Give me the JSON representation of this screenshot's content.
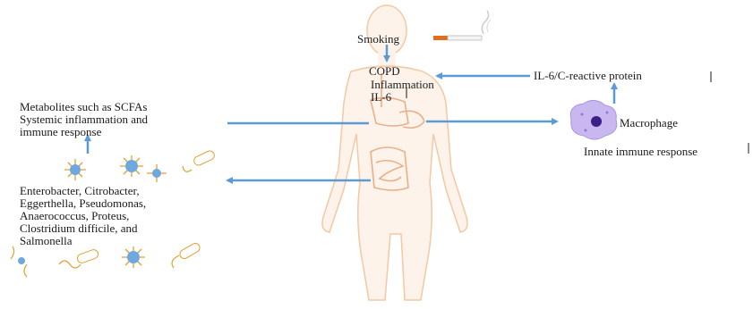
{
  "labels": {
    "smoking": "Smoking",
    "copd": "COPD",
    "inflammation": "Inflammation",
    "il6": "IL-6",
    "il6_crp": "IL-6/C-reactive protein",
    "macrophage": "Macrophage",
    "innate": "Innate immune response",
    "metabolites_line1": "Metabolites such as SCFAs",
    "metabolites_line2": "Systemic inflammation and",
    "metabolites_line3": "immune response",
    "bacteria_line1": "Enterobacter, Citrobacter,",
    "bacteria_line2": "Eggerthella, Pseudomonas,",
    "bacteria_line3": "Anaerococcus, Proteus,",
    "bacteria_line4": "Clostridium difficile, and",
    "bacteria_line5": "Salmonella"
  },
  "colors": {
    "arrow": "#5b9bd5",
    "body_fill": "#fdf3ea",
    "body_outline": "#f4c8a0",
    "organ": "#e8b088",
    "bacteria_core": "#6fa8dc",
    "bacteria_spikes": "#e0a030",
    "macrophage": "#c9b8f0",
    "macrophage_nucleus": "#3a1f8a",
    "cigarette": "#e07020"
  }
}
